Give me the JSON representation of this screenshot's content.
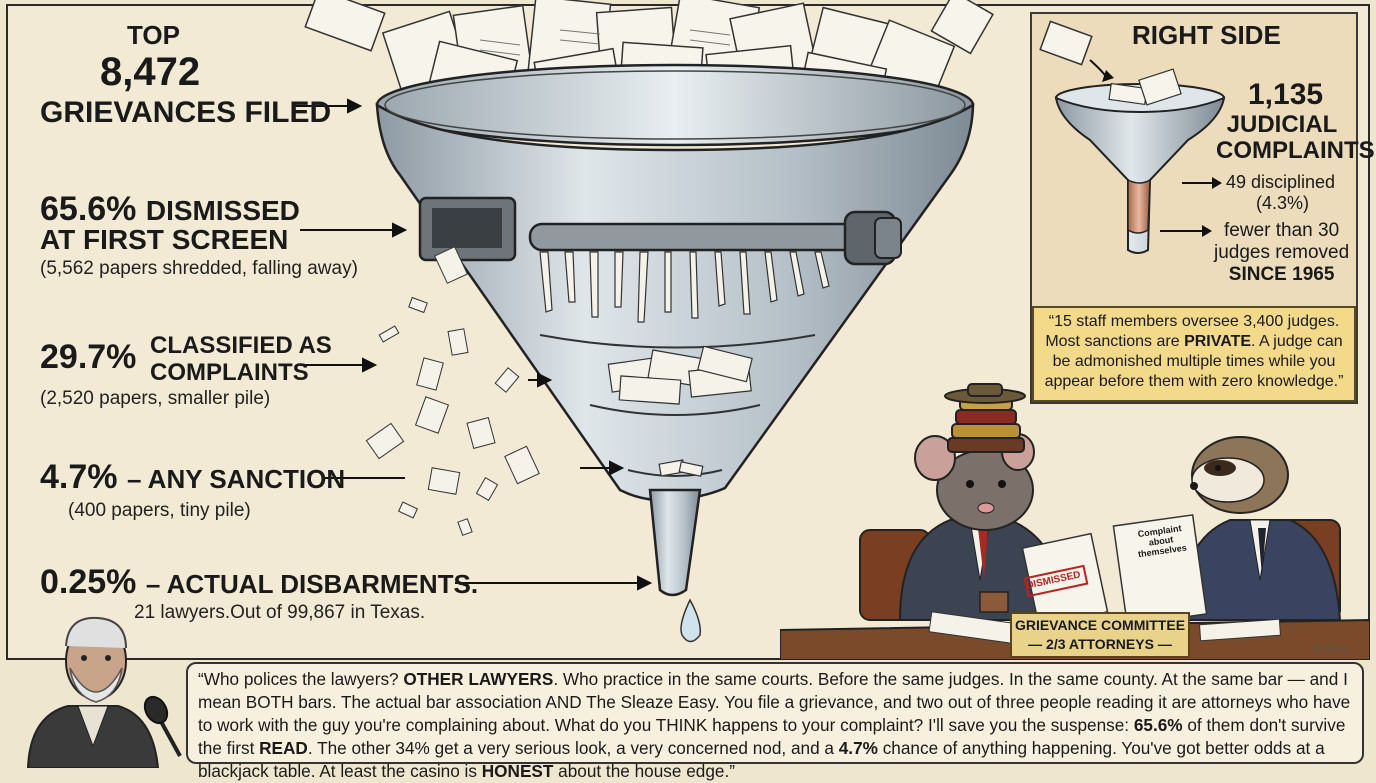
{
  "left_stats": {
    "top_label": "TOP",
    "filed_number": "8,472",
    "filed_label": "GRIEVANCES FILED",
    "dismissed_pct": "65.6%",
    "dismissed_label_1": "DISMISSED",
    "dismissed_label_2": "AT FIRST SCREEN",
    "dismissed_sub": "(5,562 papers shredded, falling away)",
    "complaints_pct": "29.7%",
    "complaints_label_1": "CLASSIFIED AS",
    "complaints_label_2": "COMPLAINTS",
    "complaints_sub": "(2,520 papers, smaller pile)",
    "sanction_pct": "4.7%",
    "sanction_label": "– ANY SANCTION",
    "sanction_sub": "(400 papers, tiny pile)",
    "disbar_pct": "0.25%",
    "disbar_label": "– ACTUAL DISBARMENTS.",
    "disbar_sub": "21 lawyers.Out of 99,867 in Texas."
  },
  "right_side": {
    "title": "RIGHT SIDE",
    "judicial_number": "1,135",
    "judicial_label_1": "JUDICIAL",
    "judicial_label_2": "COMPLAINTS",
    "disciplined_1": "49 disciplined",
    "disciplined_2": "(4.3%)",
    "removed_1": "fewer than 30",
    "removed_2": "judges removed",
    "removed_3": "SINCE 1965",
    "quote_pre": "“15 staff members oversee 3,400 judges. Most sanctions are ",
    "quote_bold": "PRIVATE",
    "quote_post": ". A judge can be admonished multiple times while you appear before them with zero knowledge.”"
  },
  "scene": {
    "stamp": "DISMISSED",
    "paper_text_1": "Complaint",
    "paper_text_2": "about themselves",
    "sign_line_1": "GRIEVANCE COMMITTEE",
    "sign_line_2": "— 2/3 ATTORNEYS —",
    "watermark": "G-0220"
  },
  "bottom_quote": {
    "p1": "“Who polices the lawyers? ",
    "b1": "OTHER LAWYERS",
    "p2": ". Who practice in the same courts. Before the same judges. In the same county. At the same bar — and I mean BOTH bars. The actual bar association AND The Sleaze Easy. You file a grievance, and two out of three people reading it are attorneys who have to work with the guy you're complaining about. What do you THINK happens to your complaint? I'll save you the suspense: ",
    "b2": "65.6%",
    "p3": " of them don't survive the first ",
    "b3": "READ",
    "p4": ". The other 34% get a very serious look, a very concerned nod, and a ",
    "b4": "4.7%",
    "p5": " chance of anything happening. You've got better odds at a blackjack table. At least the casino is ",
    "b5": "HONEST",
    "p6": " about the house edge.”"
  },
  "colors": {
    "background": "#efe6cf",
    "quote_yellow": "#f3d98a",
    "funnel_steel": "#b9c4cc",
    "copper": "#c98a6a"
  }
}
